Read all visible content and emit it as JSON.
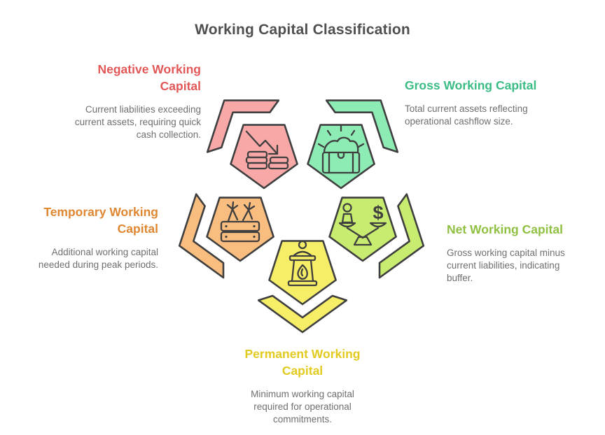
{
  "title": "Working Capital Classification",
  "colors": {
    "title_text": "#4f4f4f",
    "body_text": "#6f6f6f",
    "outline": "#3f3f3f"
  },
  "cards": [
    {
      "id": "negative",
      "heading": "Negative Working Capital",
      "description": "Current liabilities exceeding current assets, requiring quick cash collection.",
      "icon": "declining-chart-coins-icon",
      "fill": "#f9a8a8",
      "heading_color": "#e25757"
    },
    {
      "id": "gross",
      "heading": "Gross Working Capital",
      "description": "Total current assets reflecting operational cashflow size.",
      "icon": "treasure-chest-icon",
      "fill": "#8debb4",
      "heading_color": "#3bbc85"
    },
    {
      "id": "temporary",
      "heading": "Temporary Working Capital",
      "description": "Additional working capital needed during peak periods.",
      "icon": "harvest-crate-icon",
      "fill": "#f9bd80",
      "heading_color": "#e08733"
    },
    {
      "id": "net",
      "heading": "Net Working Capital",
      "description": "Gross working capital minus current liabilities, indicating buffer.",
      "icon": "balance-scale-icon",
      "fill": "#c8ec6f",
      "heading_color": "#90c041"
    },
    {
      "id": "permanent",
      "heading": "Permanent Working Capital",
      "description": "Minimum working capital required for operational commitments.",
      "icon": "lantern-icon",
      "fill": "#f7ee68",
      "heading_color": "#e2ca1f"
    }
  ]
}
